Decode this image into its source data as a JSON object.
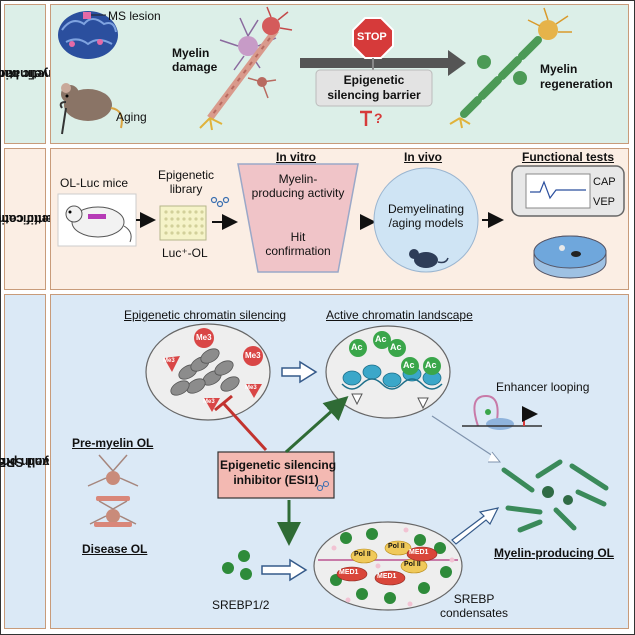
{
  "row1": {
    "side_label_l1": "Epigenetic barrier to",
    "side_label_l2": "myelination",
    "ms_lesion": "MS lesion",
    "aging": "Aging",
    "myelin_damage_l1": "Myelin",
    "myelin_damage_l2": "damage",
    "stop": "STOP",
    "barrier_l1": "Epigenetic",
    "barrier_l2": "silencing barrier",
    "question": "?",
    "regen_l1": "Myelin",
    "regen_l2": "regeneration"
  },
  "row2": {
    "side_label_l1": "Epigenetic compound",
    "side_label_l2": "identification",
    "mice": "OL-Luc mice",
    "library_l1": "Epigenetic",
    "library_l2": "library",
    "luc_ol": "Luc⁺-OL",
    "in_vitro": "In vitro",
    "vitro_activity_l1": "Myelin-",
    "vitro_activity_l2": "producing activity",
    "hit_l1": "Hit",
    "hit_l2": "confirmation",
    "in_vivo": "In vivo",
    "vivo_l1": "Demyelinating",
    "vivo_l2": "/aging models",
    "functional": "Functional tests",
    "cap": "CAP",
    "vep": "VEP"
  },
  "row3": {
    "side_label_l1": "Active chromatin and SREBP condensation",
    "side_label_l2": "boost myelin production",
    "silencing_title": "Epigenetic chromatin silencing",
    "active_title": "Active chromatin landscape",
    "me3": "Me3",
    "ac": "Ac",
    "enhancer": "Enhancer looping",
    "pre_myelin": "Pre-myelin OL",
    "disease": "Disease OL",
    "esi_l1": "Epigenetic silencing",
    "esi_l2": "inhibitor (ESI1)",
    "srebp": "SREBP1/2",
    "condensates_l1": "SREBP",
    "condensates_l2": "condensates",
    "pol": "Pol II",
    "med": "MED1",
    "myelin_ol": "Myelin-producing OL"
  },
  "colors": {
    "row1_bg": "#dcefe8",
    "row2_bg": "#fbeee4",
    "row3_bg": "#dbe9f6",
    "stop_red": "#d63a3a",
    "esi_box": "#f3b9b2",
    "ac_green": "#3aa64a",
    "me3_red": "#d94646",
    "arrow_green": "#2f6b35",
    "arrow_red": "#c2332f"
  }
}
